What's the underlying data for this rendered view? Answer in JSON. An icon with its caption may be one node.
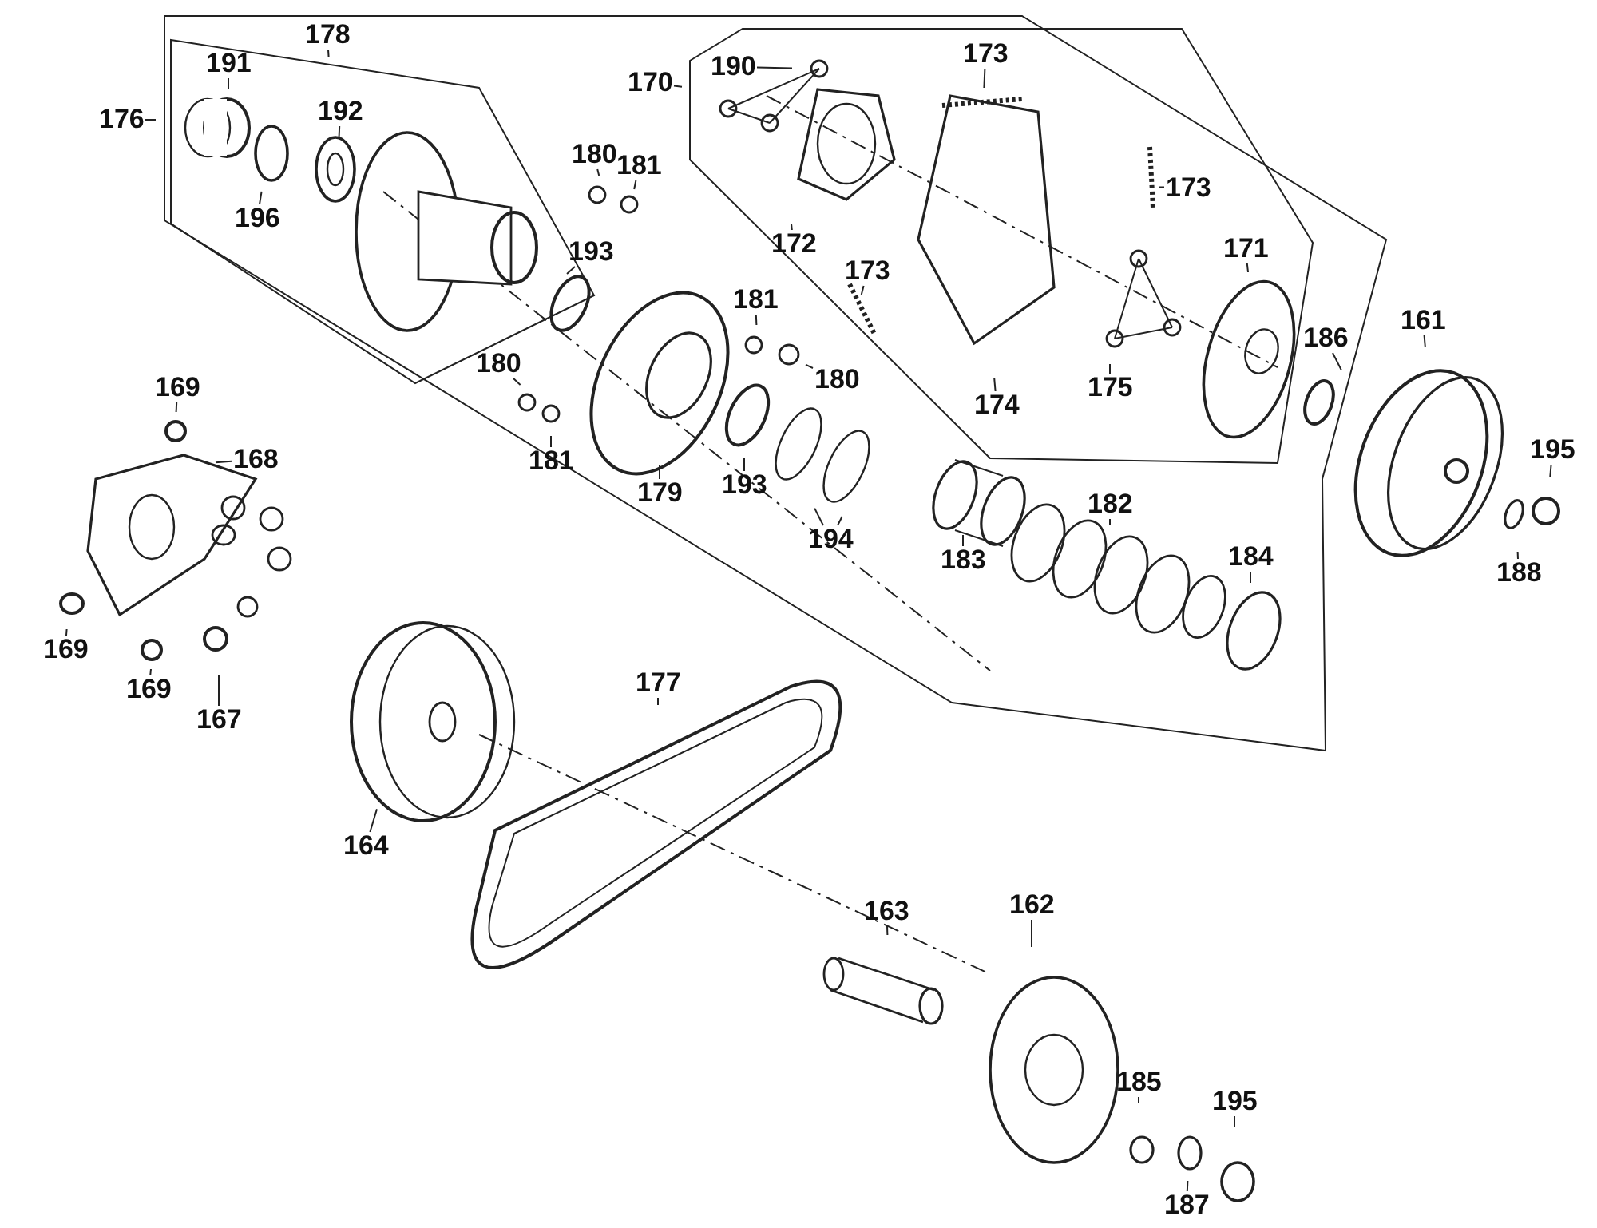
{
  "diagram": {
    "nodes": [
      {
        "text": [
          "178"
        ]
      },
      {
        "text": [
          "191"
        ]
      },
      {
        "text": [
          "176"
        ]
      },
      {
        "text": [
          "192"
        ]
      },
      {
        "text": [
          "196"
        ]
      },
      {
        "text": [
          "180"
        ]
      },
      {
        "text": [
          "181"
        ]
      },
      {
        "text": [
          "193"
        ]
      },
      {
        "text": [
          "170"
        ]
      },
      {
        "text": [
          "190"
        ]
      },
      {
        "text": [
          "172"
        ]
      },
      {
        "text": [
          "173"
        ]
      },
      {
        "text": [
          "173"
        ]
      },
      {
        "text": [
          "173"
        ]
      },
      {
        "text": [
          "174"
        ]
      },
      {
        "text": [
          "171"
        ]
      },
      {
        "text": [
          "175"
        ]
      },
      {
        "text": [
          "186"
        ]
      },
      {
        "text": [
          "161"
        ]
      },
      {
        "text": [
          "195"
        ]
      },
      {
        "text": [
          "188"
        ]
      },
      {
        "text": [
          "169"
        ]
      },
      {
        "text": [
          "168"
        ]
      },
      {
        "text": [
          "181"
        ]
      },
      {
        "text": [
          "180"
        ]
      },
      {
        "text": [
          "180"
        ]
      },
      {
        "text": [
          "181"
        ]
      },
      {
        "text": [
          "179"
        ]
      },
      {
        "text": [
          "193"
        ]
      },
      {
        "text": [
          "194"
        ]
      },
      {
        "text": [
          "183"
        ]
      },
      {
        "text": [
          "182"
        ]
      },
      {
        "text": [
          "184"
        ]
      },
      {
        "text": [
          "169"
        ]
      },
      {
        "text": [
          "169"
        ]
      },
      {
        "text": [
          "167"
        ]
      },
      {
        "text": [
          "177"
        ]
      },
      {
        "text": [
          "164"
        ]
      },
      {
        "text": [
          "163"
        ]
      },
      {
        "text": [
          "162"
        ]
      },
      {
        "text": [
          "185"
        ]
      },
      {
        "text": [
          "195"
        ]
      },
      {
        "text": [
          "187"
        ]
      }
    ],
    "edges": [
      {
        "from": 0,
        "to": null,
        "arrow": "none"
      },
      {
        "from": 1,
        "to": null,
        "arrow": "none"
      },
      {
        "from": 2,
        "to": null,
        "arrow": "none"
      },
      {
        "from": 3,
        "to": null,
        "arrow": "none"
      },
      {
        "from": 4,
        "to": null,
        "arrow": "none"
      },
      {
        "from": 5,
        "to": null,
        "arrow": "none"
      },
      {
        "from": 6,
        "to": null,
        "arrow": "none"
      },
      {
        "from": 7,
        "to": null,
        "arrow": "none"
      },
      {
        "from": 8,
        "to": null,
        "arrow": "none"
      },
      {
        "from": 9,
        "to": null,
        "arrow": "none"
      },
      {
        "from": 10,
        "to": null,
        "arrow": "none"
      },
      {
        "from": 11,
        "to": null,
        "arrow": "none"
      },
      {
        "from": 12,
        "to": null,
        "arrow": "none"
      },
      {
        "from": 13,
        "to": null,
        "arrow": "none"
      },
      {
        "from": 14,
        "to": null,
        "arrow": "none"
      },
      {
        "from": 15,
        "to": null,
        "arrow": "none"
      },
      {
        "from": 16,
        "to": null,
        "arrow": "none"
      },
      {
        "from": 17,
        "to": null,
        "arrow": "none"
      },
      {
        "from": 18,
        "to": null,
        "arrow": "none"
      },
      {
        "from": 19,
        "to": null,
        "arrow": "none"
      },
      {
        "from": 20,
        "to": null,
        "arrow": "none"
      },
      {
        "from": 21,
        "to": null,
        "arrow": "none"
      },
      {
        "from": 22,
        "to": null,
        "arrow": "none"
      },
      {
        "from": 23,
        "to": null,
        "arrow": "none"
      },
      {
        "from": 24,
        "to": null,
        "arrow": "none"
      },
      {
        "from": 25,
        "to": null,
        "arrow": "none"
      },
      {
        "from": 26,
        "to": null,
        "arrow": "none"
      },
      {
        "from": 27,
        "to": null,
        "arrow": "none"
      },
      {
        "from": 28,
        "to": null,
        "arrow": "none"
      },
      {
        "from": 29,
        "to": null,
        "arrow": "none"
      },
      {
        "from": 29,
        "to": null,
        "arrow": "none"
      },
      {
        "from": 30,
        "to": null,
        "arrow": "none"
      },
      {
        "from": 31,
        "to": null,
        "arrow": "none"
      },
      {
        "from": 32,
        "to": null,
        "arrow": "none"
      },
      {
        "from": 33,
        "to": null,
        "arrow": "none"
      },
      {
        "from": 34,
        "to": null,
        "arrow": "none"
      },
      {
        "from": 35,
        "to": null,
        "arrow": "none"
      },
      {
        "from": 36,
        "to": null,
        "arrow": "none"
      },
      {
        "from": 37,
        "to": null,
        "arrow": "none"
      },
      {
        "from": 38,
        "to": null,
        "arrow": "none"
      },
      {
        "from": 39,
        "to": null,
        "arrow": "none"
      },
      {
        "from": 40,
        "to": null,
        "arrow": "none"
      },
      {
        "from": 41,
        "to": null,
        "arrow": "none"
      },
      {
        "from": 42,
        "to": null,
        "arrow": "none"
      }
    ]
  }
}
